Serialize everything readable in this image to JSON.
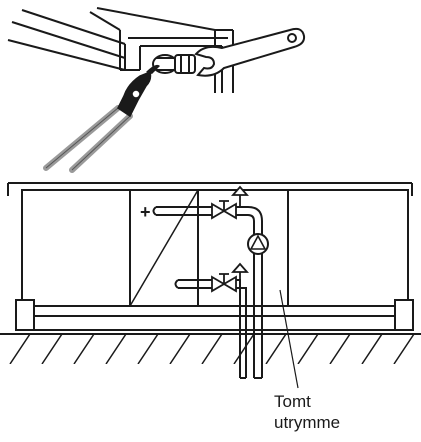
{
  "callout": {
    "line1": "Tomt",
    "line2": "utrymme"
  },
  "symbols": {
    "supply_sign": "+"
  },
  "colors": {
    "stroke": "#1a1a1a",
    "tool_fill": "#ffffff",
    "handle_stroke": "#9a9a9a"
  },
  "parts": [
    "frame-corner",
    "wrench",
    "pliers",
    "duct-unit",
    "supply-pipe",
    "return-pipe",
    "valve",
    "pump",
    "air-vent",
    "floor"
  ]
}
